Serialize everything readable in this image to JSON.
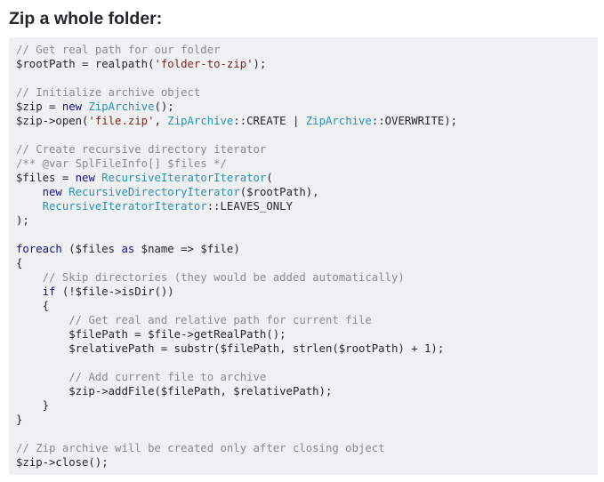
{
  "heading": "Zip a whole folder:",
  "colors": {
    "code_background": "#eff0f1",
    "comment": "#858c93",
    "keyword": "#101094",
    "type": "#2b91af",
    "string": "#7d2727",
    "plain": "#242729"
  },
  "code_lines": [
    [
      {
        "t": "// Get real path for our folder",
        "c": "cm"
      }
    ],
    [
      {
        "t": "$rootPath = realpath(",
        "c": "pl"
      },
      {
        "t": "'folder-to-zip'",
        "c": "st"
      },
      {
        "t": ");",
        "c": "pl"
      }
    ],
    [],
    [
      {
        "t": "// Initialize archive object",
        "c": "cm"
      }
    ],
    [
      {
        "t": "$zip = ",
        "c": "pl"
      },
      {
        "t": "new",
        "c": "kw"
      },
      {
        "t": " ",
        "c": "pl"
      },
      {
        "t": "ZipArchive",
        "c": "ty"
      },
      {
        "t": "();",
        "c": "pl"
      }
    ],
    [
      {
        "t": "$zip->open(",
        "c": "pl"
      },
      {
        "t": "'file.zip'",
        "c": "st"
      },
      {
        "t": ", ",
        "c": "pl"
      },
      {
        "t": "ZipArchive",
        "c": "ty"
      },
      {
        "t": "::CREATE | ",
        "c": "pl"
      },
      {
        "t": "ZipArchive",
        "c": "ty"
      },
      {
        "t": "::OVERWRITE);",
        "c": "pl"
      }
    ],
    [],
    [
      {
        "t": "// Create recursive directory iterator",
        "c": "cm"
      }
    ],
    [
      {
        "t": "/** @var SplFileInfo[] $files */",
        "c": "cm"
      }
    ],
    [
      {
        "t": "$files = ",
        "c": "pl"
      },
      {
        "t": "new",
        "c": "kw"
      },
      {
        "t": " ",
        "c": "pl"
      },
      {
        "t": "RecursiveIteratorIterator",
        "c": "ty"
      },
      {
        "t": "(",
        "c": "pl"
      }
    ],
    [
      {
        "t": "    ",
        "c": "pl"
      },
      {
        "t": "new",
        "c": "kw"
      },
      {
        "t": " ",
        "c": "pl"
      },
      {
        "t": "RecursiveDirectoryIterator",
        "c": "ty"
      },
      {
        "t": "($rootPath),",
        "c": "pl"
      }
    ],
    [
      {
        "t": "    ",
        "c": "pl"
      },
      {
        "t": "RecursiveIteratorIterator",
        "c": "ty"
      },
      {
        "t": "::LEAVES_ONLY",
        "c": "pl"
      }
    ],
    [
      {
        "t": ");",
        "c": "pl"
      }
    ],
    [],
    [
      {
        "t": "foreach",
        "c": "kw"
      },
      {
        "t": " ($files ",
        "c": "pl"
      },
      {
        "t": "as",
        "c": "kw"
      },
      {
        "t": " $name => $file)",
        "c": "pl"
      }
    ],
    [
      {
        "t": "{",
        "c": "pl"
      }
    ],
    [
      {
        "t": "    ",
        "c": "pl"
      },
      {
        "t": "// Skip directories (they would be added automatically)",
        "c": "cm"
      }
    ],
    [
      {
        "t": "    ",
        "c": "pl"
      },
      {
        "t": "if",
        "c": "kw"
      },
      {
        "t": " (!$file->isDir())",
        "c": "pl"
      }
    ],
    [
      {
        "t": "    {",
        "c": "pl"
      }
    ],
    [
      {
        "t": "        ",
        "c": "pl"
      },
      {
        "t": "// Get real and relative path for current file",
        "c": "cm"
      }
    ],
    [
      {
        "t": "        $filePath = $file->getRealPath();",
        "c": "pl"
      }
    ],
    [
      {
        "t": "        $relativePath = substr($filePath, strlen($rootPath) + 1);",
        "c": "pl"
      }
    ],
    [],
    [
      {
        "t": "        ",
        "c": "pl"
      },
      {
        "t": "// Add current file to archive",
        "c": "cm"
      }
    ],
    [
      {
        "t": "        $zip->addFile($filePath, $relativePath);",
        "c": "pl"
      }
    ],
    [
      {
        "t": "    }",
        "c": "pl"
      }
    ],
    [
      {
        "t": "}",
        "c": "pl"
      }
    ],
    [],
    [
      {
        "t": "// Zip archive will be created only after closing object",
        "c": "cm"
      }
    ],
    [
      {
        "t": "$zip->close();",
        "c": "pl"
      }
    ]
  ]
}
